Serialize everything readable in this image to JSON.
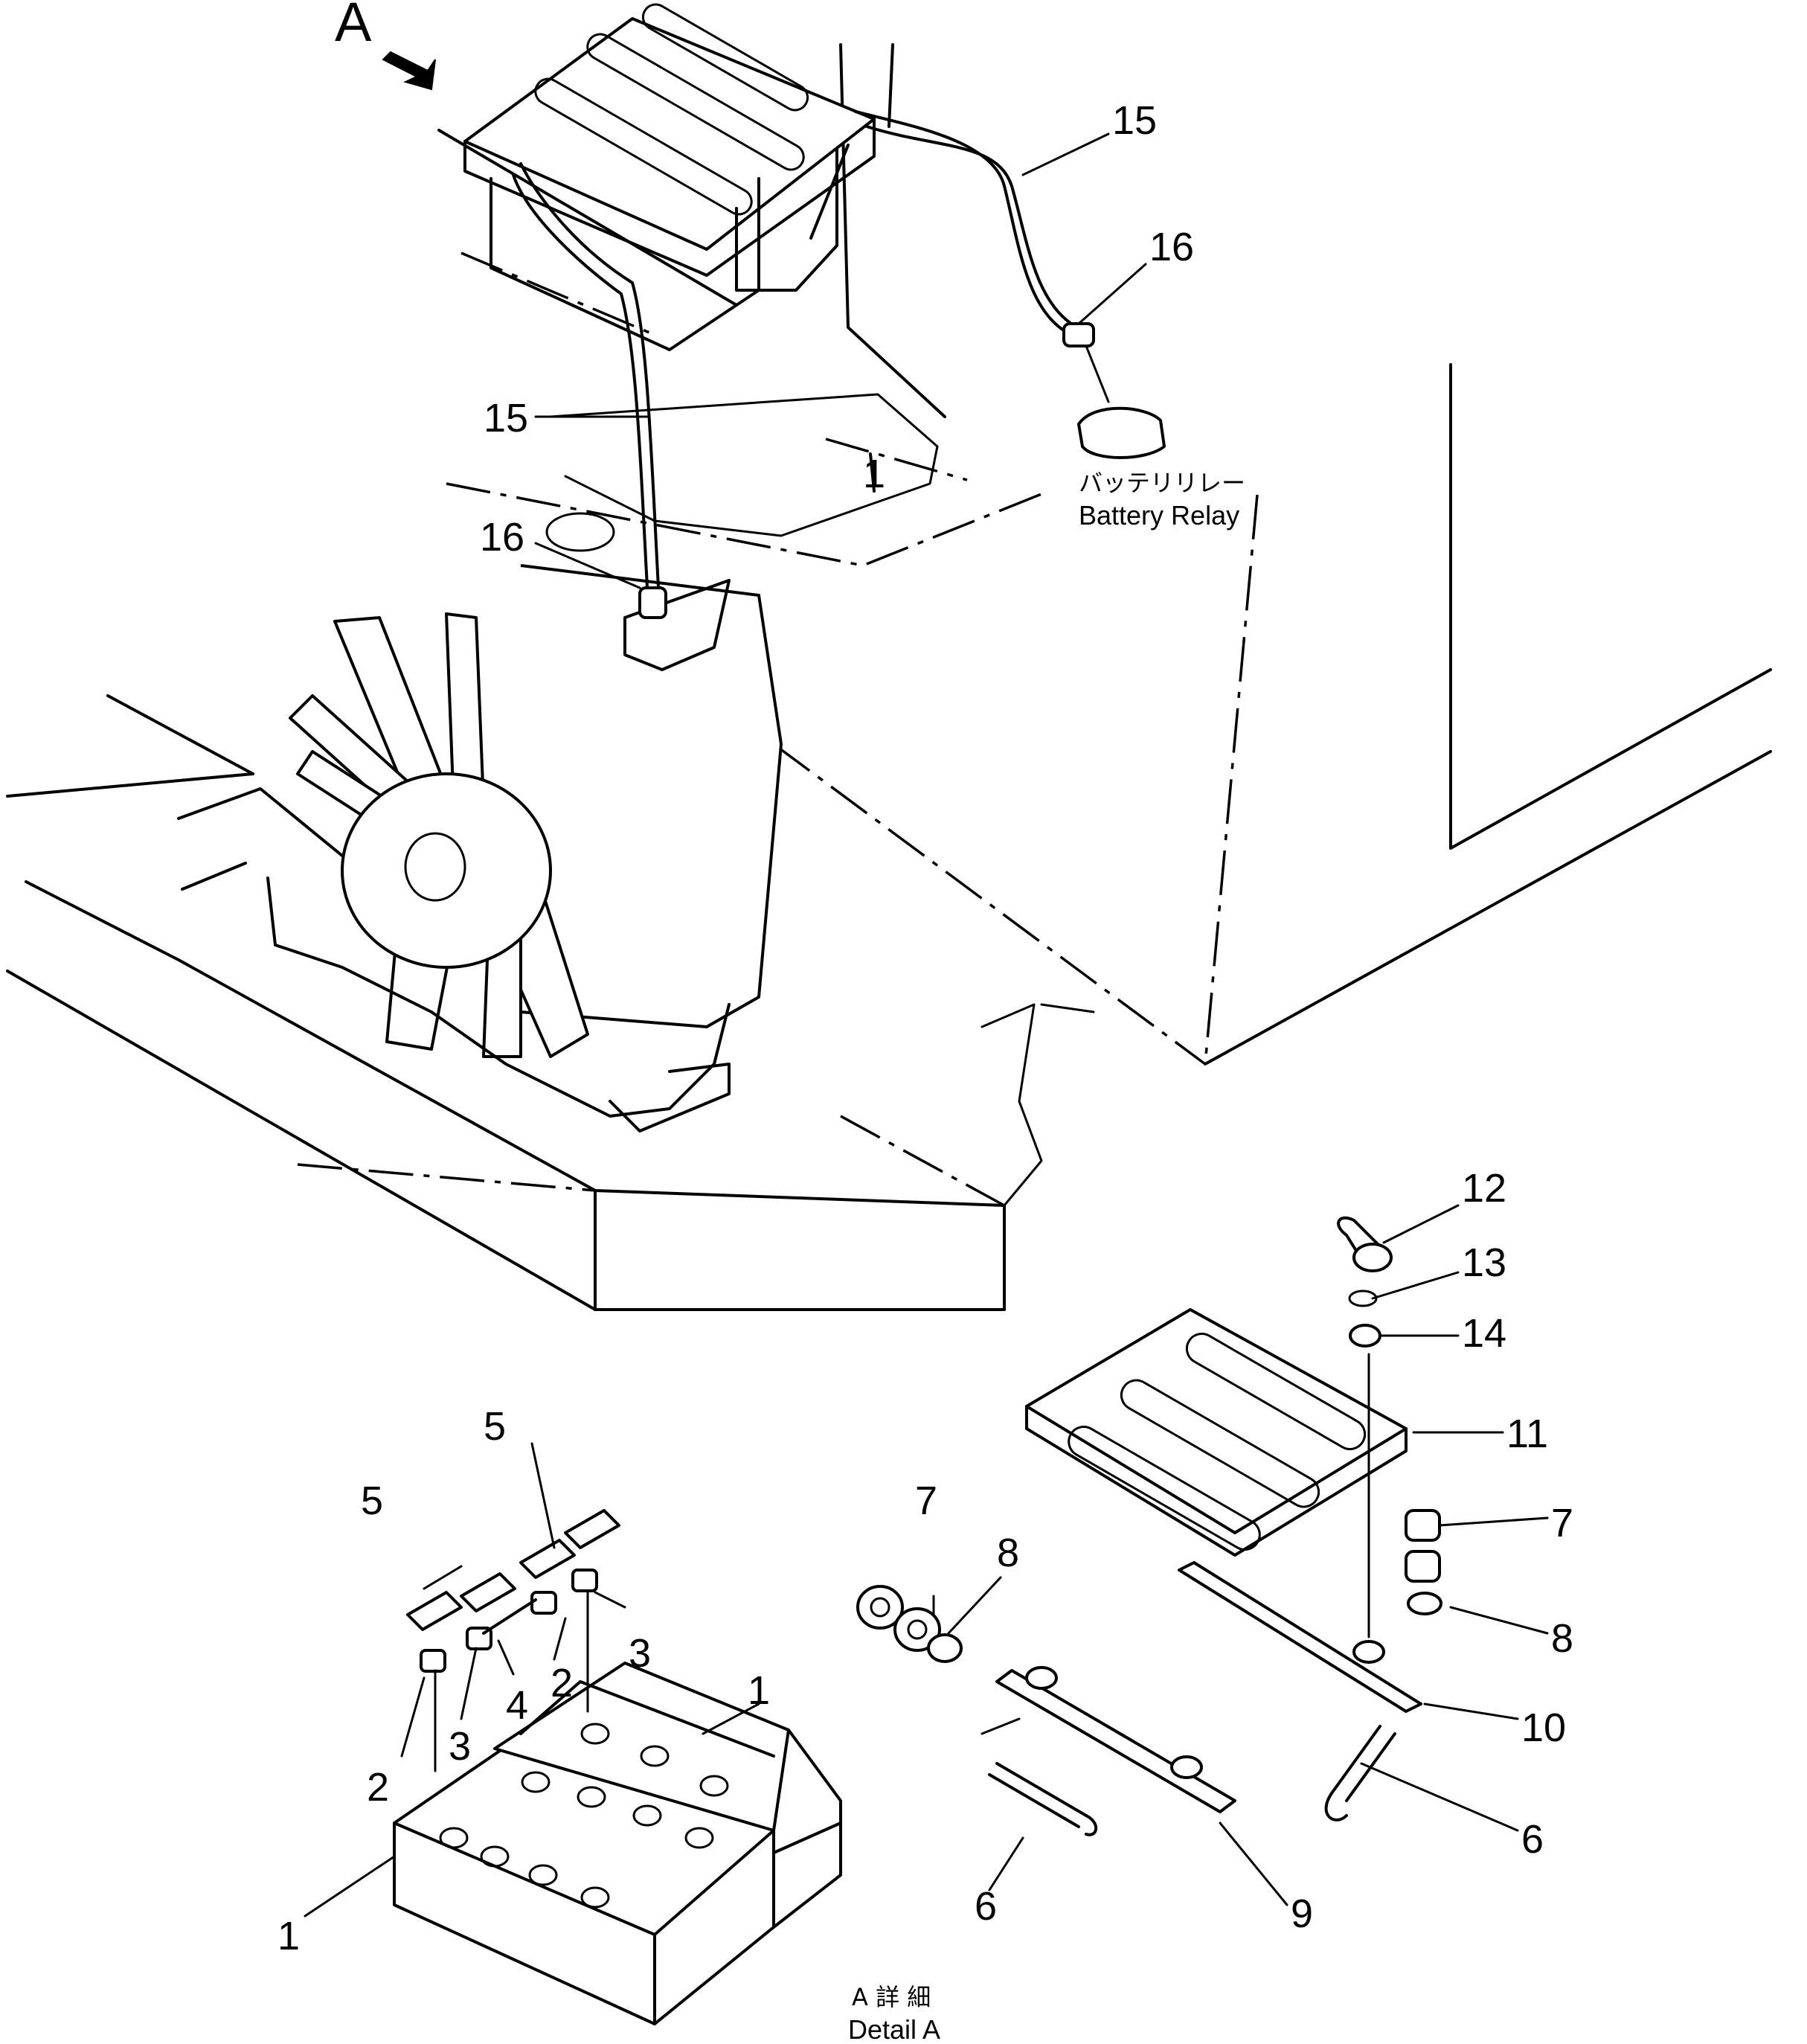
{
  "view_marker": "A",
  "callouts": {
    "n15_top": "15",
    "n16_top": "16",
    "n15_mid": "15",
    "n16_mid": "16",
    "n1_engine": "1",
    "n12": "12",
    "n13": "13",
    "n14": "14",
    "n11": "11",
    "n7_right": "7",
    "n8_right": "8",
    "n10": "10",
    "n6_right": "6",
    "n7_left": "7",
    "n8_left": "8",
    "n9": "9",
    "n6_left": "6",
    "n5_a": "5",
    "n5_b": "5",
    "n3_right": "3",
    "n2_right": "2",
    "n4": "4",
    "n3_left": "3",
    "n2_left": "2",
    "n1_right": "1",
    "n1_left": "1"
  },
  "battery_relay": {
    "japanese": "バッテリリレー",
    "english": "Battery Relay"
  },
  "detail": {
    "japanese": "A 詳 細",
    "english": "Detail A"
  }
}
